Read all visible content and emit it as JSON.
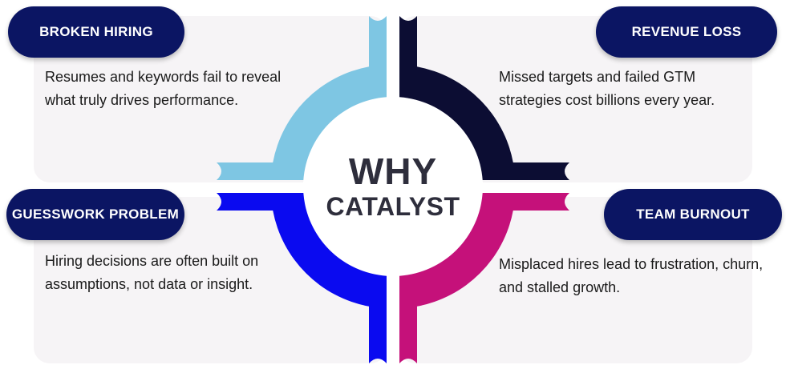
{
  "center": {
    "line1": "WHY",
    "line2": "CATALYST"
  },
  "quadrants": {
    "top_left": {
      "title": "BROKEN HIRING",
      "description": "Resumes and keywords fail to reveal what truly drives performance.",
      "color": "#7ec6e3"
    },
    "top_right": {
      "title": "REVENUE LOSS",
      "description": "Missed targets and failed GTM strategies cost billions every year.",
      "color": "#0c0d33"
    },
    "bottom_left": {
      "title": "GUESSWORK PROBLEM",
      "description": "Hiring decisions are often built on assumptions, not data or insight.",
      "color": "#0a0af0"
    },
    "bottom_right": {
      "title": "TEAM BURNOUT",
      "description": "Misplaced hires lead to frustration, churn, and stalled growth.",
      "color": "#c5117a"
    }
  },
  "colors": {
    "pill": "#0b1563",
    "card": "#f6f4f6"
  }
}
